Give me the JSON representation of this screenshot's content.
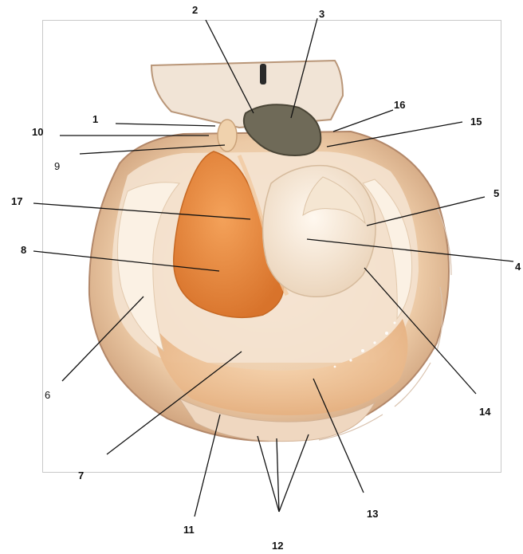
{
  "figure": {
    "labels": [
      {
        "id": "l1",
        "text": "1"
      },
      {
        "id": "l2",
        "text": "2"
      },
      {
        "id": "l3",
        "text": "3"
      },
      {
        "id": "l4",
        "text": "4"
      },
      {
        "id": "l5",
        "text": "5"
      },
      {
        "id": "l6",
        "text": "6"
      },
      {
        "id": "l7",
        "text": "7"
      },
      {
        "id": "l8",
        "text": "8"
      },
      {
        "id": "l9",
        "text": "9"
      },
      {
        "id": "l10",
        "text": "10"
      },
      {
        "id": "l11",
        "text": "11"
      },
      {
        "id": "l12",
        "text": "12"
      },
      {
        "id": "l13",
        "text": "13"
      },
      {
        "id": "l14",
        "text": "14"
      },
      {
        "id": "l15",
        "text": "15"
      },
      {
        "id": "l16",
        "text": "16"
      },
      {
        "id": "l17",
        "text": "17"
      }
    ]
  },
  "colors": {
    "shell_rim": "#c9a27f",
    "shell_inner": "#f3dcc4",
    "gonad": "#e98a3c",
    "adductor": "#f6e9da",
    "mantle": "#f0c9a0",
    "gill_dark": "#6a6a55",
    "leader": "#111111"
  }
}
